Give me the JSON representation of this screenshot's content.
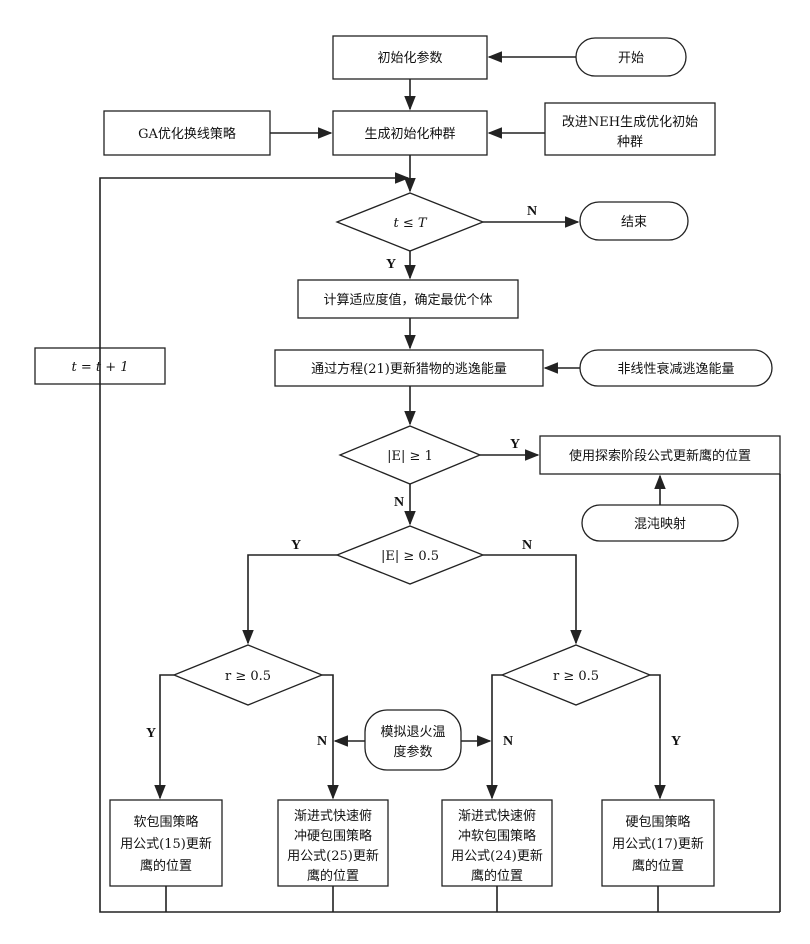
{
  "nodes": {
    "init_params": "初始化参数",
    "start": "开始",
    "ga_strategy": "GA优化换线策略",
    "gen_pop": "生成初始化种群",
    "neh_line1": "改进NEH生成优化初始",
    "neh_line2": "种群",
    "cond_t": "t ≤ T",
    "end": "结束",
    "fitness": "计算适应度值，确定最优个体",
    "update_energy": "通过方程(21)更新猎物的逃逸能量",
    "nonlinear": "非线性衰减逃逸能量",
    "cond_e1": "|E| ≥ 1",
    "explore": "使用探索阶段公式更新鹰的位置",
    "chaos": "混沌映射",
    "cond_e05": "|E| ≥ 0.5",
    "cond_r_left": "r ≥ 0.5",
    "cond_r_right": "r ≥ 0.5",
    "sa_line1": "模拟退火温",
    "sa_line2": "度参数",
    "soft": [
      "软包围策略",
      "用公式(15)更新",
      "鹰的位置"
    ],
    "hard_dive": [
      "渐进式快速俯",
      "冲硬包围策略",
      "用公式(25)更新",
      "鹰的位置"
    ],
    "soft_dive": [
      "渐进式快速俯",
      "冲软包围策略",
      "用公式(24)更新",
      "鹰的位置"
    ],
    "hard": [
      "硬包围策略",
      "用公式(17)更新",
      "鹰的位置"
    ],
    "increment": "t = t + 1"
  },
  "labels": {
    "N_end": "N",
    "Y_fitness": "Y",
    "Y_explore": "Y",
    "N_e05": "N",
    "Y_left": "Y",
    "N_right": "N",
    "Y_soft": "Y",
    "N_hard_dive": "N",
    "N_soft_dive": "N",
    "Y_hard": "Y"
  },
  "colors": {
    "line": "#222222",
    "fill": "#ffffff",
    "text": "#111111"
  }
}
